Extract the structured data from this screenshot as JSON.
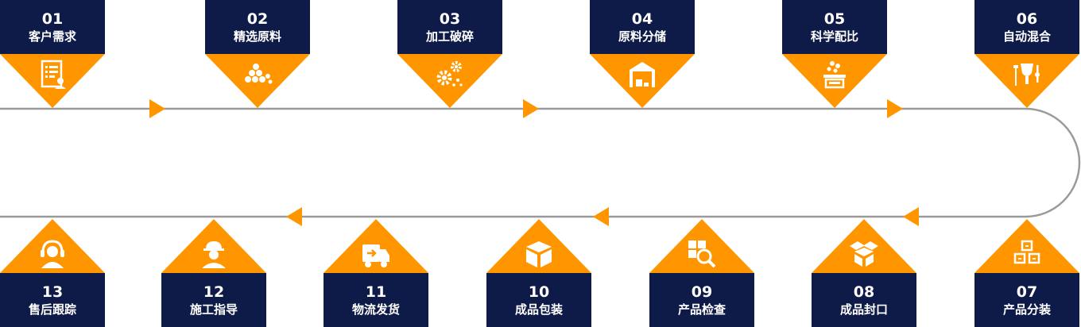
{
  "colors": {
    "navy": "#0e1a47",
    "orange": "#ff9600",
    "line": "#9a9a9a"
  },
  "top_steps": [
    {
      "num": "01",
      "label": "客户需求",
      "icon": "checklist-user-icon"
    },
    {
      "num": "02",
      "label": "精选原料",
      "icon": "raw-stones-icon"
    },
    {
      "num": "03",
      "label": "加工破碎",
      "icon": "crushing-gears-icon"
    },
    {
      "num": "04",
      "label": "原料分储",
      "icon": "warehouse-icon"
    },
    {
      "num": "05",
      "label": "科学配比",
      "icon": "ratio-box-icon"
    },
    {
      "num": "06",
      "label": "自动混合",
      "icon": "mixer-icon"
    }
  ],
  "bottom_steps": [
    {
      "num": "13",
      "label": "售后跟踪",
      "icon": "headset-agent-icon"
    },
    {
      "num": "12",
      "label": "施工指导",
      "icon": "worker-helmet-icon"
    },
    {
      "num": "11",
      "label": "物流发货",
      "icon": "delivery-truck-icon"
    },
    {
      "num": "10",
      "label": "成品包装",
      "icon": "package-box-icon"
    },
    {
      "num": "09",
      "label": "产品检查",
      "icon": "inspect-magnifier-icon"
    },
    {
      "num": "08",
      "label": "成品封口",
      "icon": "open-box-icon"
    },
    {
      "num": "07",
      "label": "产品分装",
      "icon": "split-boxes-icon"
    }
  ]
}
